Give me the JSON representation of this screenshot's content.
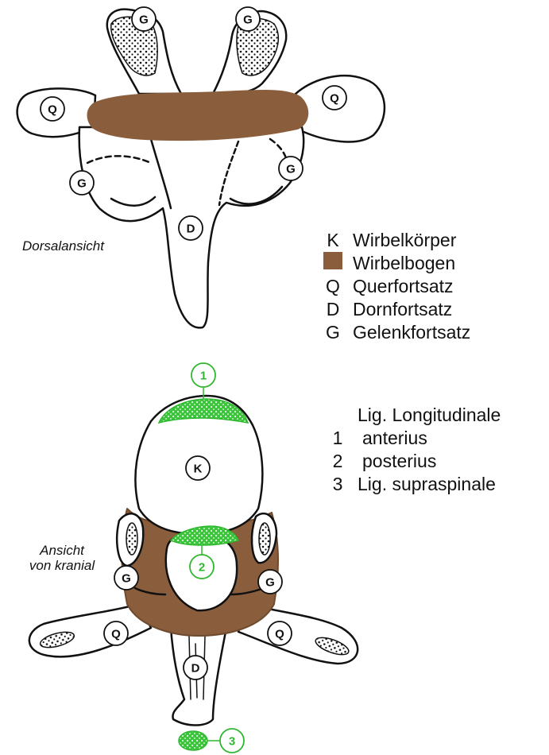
{
  "views": {
    "dorsal": "Dorsalansicht",
    "cranial_line1": "Ansicht",
    "cranial_line2": "von kranial"
  },
  "legend": {
    "items": [
      {
        "key": "K",
        "label": "Wirbelkörper",
        "swatch": false
      },
      {
        "key": "",
        "label": "Wirbelbogen",
        "swatch": true
      },
      {
        "key": "Q",
        "label": "Querfortsatz",
        "swatch": false
      },
      {
        "key": "D",
        "label": "Dornfortsatz",
        "swatch": false
      },
      {
        "key": "G",
        "label": "Gelenkfortsatz",
        "swatch": false
      }
    ],
    "ligament_heading": "Lig. Longitudinale",
    "ligaments": [
      {
        "key": "1",
        "label": "anterius"
      },
      {
        "key": "2",
        "label": "posterius"
      },
      {
        "key": "3",
        "label": "Lig. supraspinale"
      }
    ]
  },
  "labels": {
    "G": "G",
    "Q": "Q",
    "D": "D",
    "K": "K",
    "n1": "1",
    "n2": "2",
    "n3": "3"
  },
  "colors": {
    "bone_arch": "#8a5e3c",
    "ligament": "#2fb82f",
    "outline": "#111111"
  }
}
